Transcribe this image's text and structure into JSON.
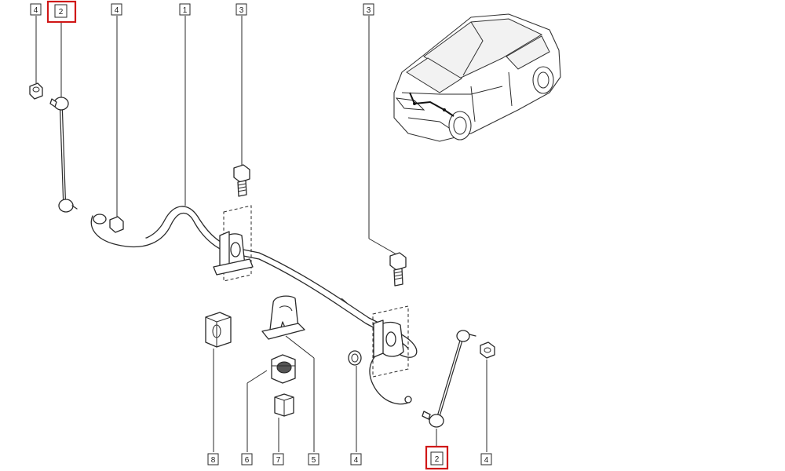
{
  "callouts": [
    {
      "id": "c1",
      "label": "4"
    },
    {
      "id": "c2",
      "label": "2",
      "highlighted": true
    },
    {
      "id": "c3",
      "label": "4"
    },
    {
      "id": "c4",
      "label": "1"
    },
    {
      "id": "c5",
      "label": "3"
    },
    {
      "id": "c6",
      "label": "3"
    },
    {
      "id": "c7",
      "label": "8"
    },
    {
      "id": "c8",
      "label": "6"
    },
    {
      "id": "c9",
      "label": "7"
    },
    {
      "id": "c10",
      "label": "5"
    },
    {
      "id": "c11",
      "label": "4"
    },
    {
      "id": "c12",
      "label": "2",
      "highlighted": true
    },
    {
      "id": "c13",
      "label": "4"
    }
  ],
  "colors": {
    "highlight": "#d01818",
    "line": "#2a2a2a",
    "background": "#ffffff"
  }
}
